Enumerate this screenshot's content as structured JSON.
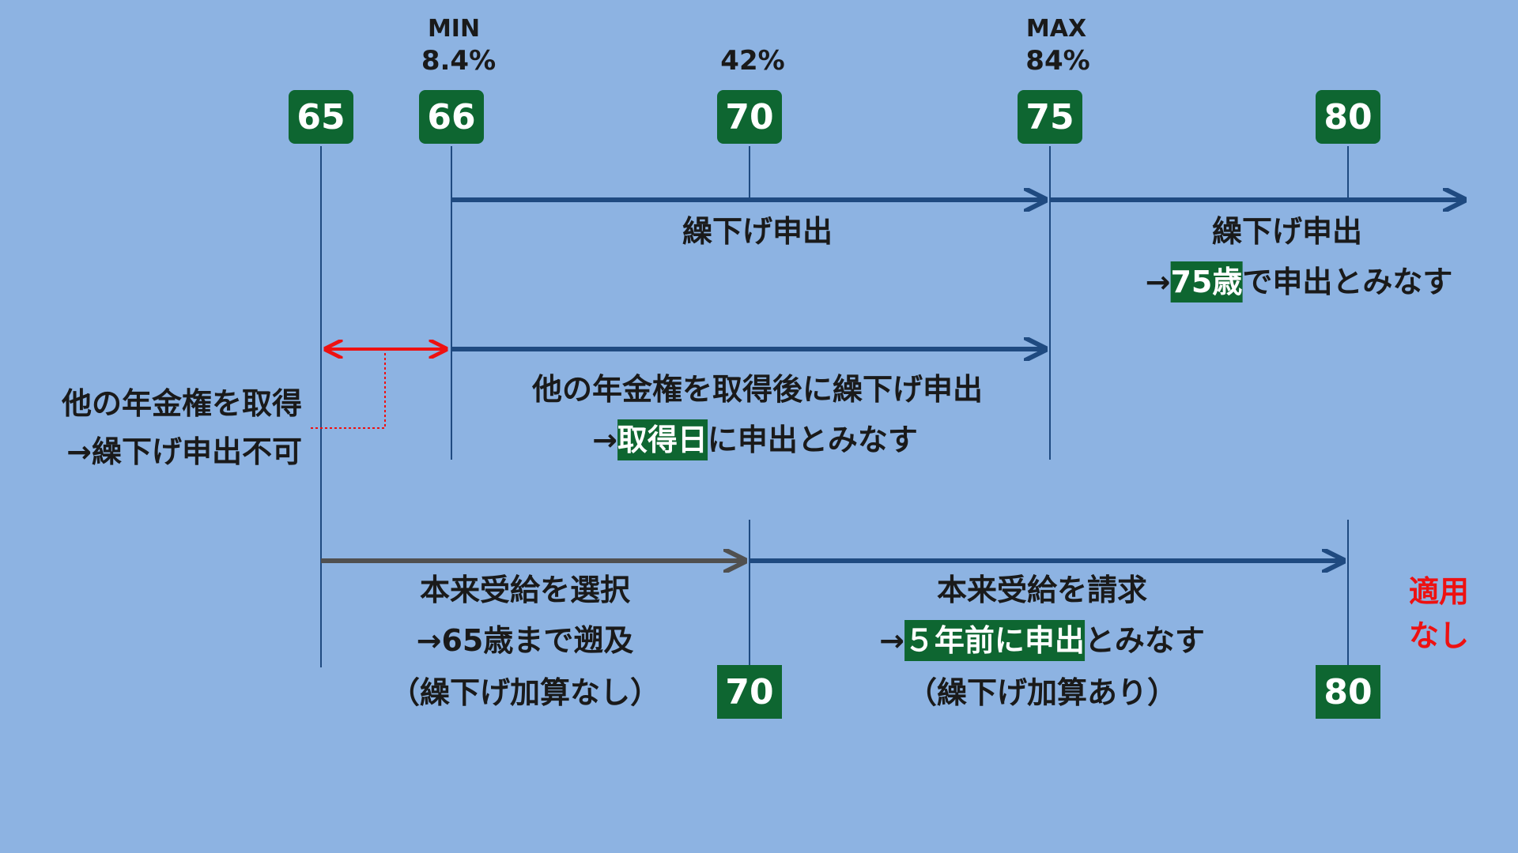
{
  "top": {
    "min_label": "MIN",
    "min_pct": "8.4%",
    "mid_pct": "42%",
    "max_label": "MAX",
    "max_pct": "84%"
  },
  "ages": [
    "65",
    "66",
    "70",
    "75",
    "80"
  ],
  "bottom_ages": [
    "70",
    "80"
  ],
  "row1": {
    "label": "繰下げ申出",
    "right_title": "繰下げ申出",
    "arrow": "→",
    "highlight": "75歳",
    "suffix": "で申出とみなす"
  },
  "row2": {
    "left_title": "他の年金権を取得",
    "left_sub": "→繰下げ申出不可",
    "title": "他の年金権を取得後に繰下げ申出",
    "arrow": "→",
    "highlight": "取得日",
    "suffix": "に申出とみなす"
  },
  "row3": {
    "left_title": "本来受給を選択",
    "left_sub": "→65歳まで遡及",
    "left_note": "（繰下げ加算なし）",
    "right_title": "本来受給を請求",
    "arrow": "→",
    "highlight": "５年前に申出",
    "suffix": "とみなす",
    "right_note": "（繰下げ加算あり）",
    "na_line1": "適用",
    "na_line2": "なし"
  },
  "colors": {
    "background": "#8db3e2",
    "navy": "#1f4a80",
    "gray": "#505050",
    "red": "#ee1111",
    "badge": "#0e6631"
  }
}
